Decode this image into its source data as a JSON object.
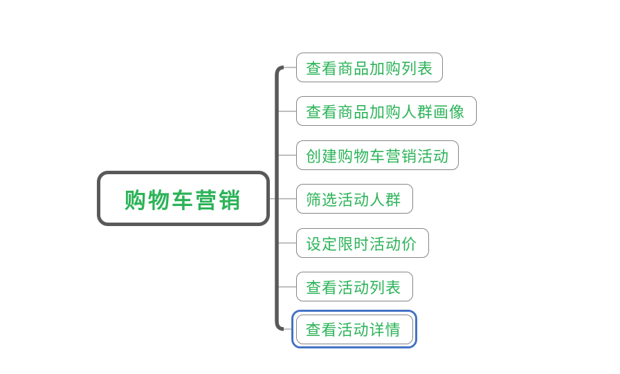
{
  "mindmap": {
    "root": {
      "label": "购物车营销",
      "selected": false
    },
    "children": [
      {
        "label": "查看商品加购列表",
        "selected": false
      },
      {
        "label": "查看商品加购人群画像",
        "selected": false
      },
      {
        "label": "创建购物车营销活动",
        "selected": false
      },
      {
        "label": "筛选活动人群",
        "selected": false
      },
      {
        "label": "设定限时活动价",
        "selected": false
      },
      {
        "label": "查看活动列表",
        "selected": false
      },
      {
        "label": "查看活动详情",
        "selected": true
      }
    ],
    "colors": {
      "background": "#ffffff",
      "node_fill": "#ffffff",
      "node_text_green": "#2cb358",
      "root_border_gray": "#595959",
      "child_border_gray": "#848484",
      "spine_gray": "#595959",
      "branch_line_gray": "#a8a8a8",
      "selection_blue": "#4472c4"
    }
  }
}
